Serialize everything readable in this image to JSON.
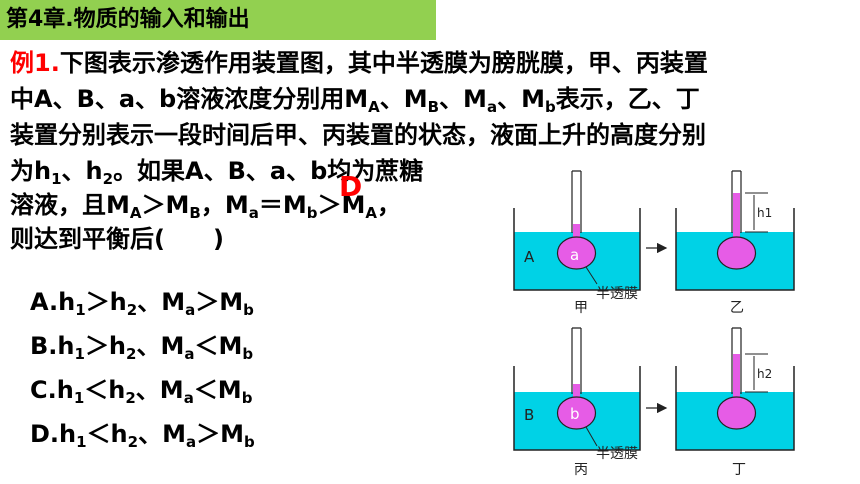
{
  "header": {
    "title": "第4章.物质的输入和输出"
  },
  "question": {
    "label": "例1.",
    "line1": "下图表示渗透作用装置图，其中半透膜为膀胱膜，甲、丙装置",
    "line2": {
      "t1": "中A、B、a、b溶液浓度分别用M",
      "s1": "A",
      "t2": "、M",
      "s2": "B",
      "t3": "、M",
      "s3": "a",
      "t4": "、M",
      "s4": "b",
      "t5": "表示，乙、丁"
    },
    "line3": "装置分别表示一段时间后甲、丙装置的状态，液面上升的高度分别",
    "line4": {
      "t1": "为h",
      "s1": "1",
      "t2": "、h",
      "s2": "2",
      "t3": "。如果A、B、a、b均为蔗糖"
    },
    "line5": {
      "t1": "溶液，且M",
      "s1": "A",
      "t2": "＞M",
      "s2": "B",
      "t3": "，M",
      "s3": "a",
      "t4": "＝M",
      "s4": "b",
      "t5": "＞M",
      "s5": "A",
      "t6": "，"
    },
    "line6": "则达到平衡后(　　)"
  },
  "answer": "D",
  "options": [
    {
      "t1": "A.h",
      "s1": "1",
      "t2": "＞h",
      "s2": "2",
      "t3": "、M",
      "s3": "a",
      "t4": "＞M",
      "s4": "b"
    },
    {
      "t1": "B.h",
      "s1": "1",
      "t2": "＞h",
      "s2": "2",
      "t3": "、M",
      "s3": "a",
      "t4": "＜M",
      "s4": "b"
    },
    {
      "t1": "C.h",
      "s1": "1",
      "t2": "＜h",
      "s2": "2",
      "t3": "、M",
      "s3": "a",
      "t4": "＜M",
      "s4": "b"
    },
    {
      "t1": "D.h",
      "s1": "1",
      "t2": "＜h",
      "s2": "2",
      "t3": "、M",
      "s3": "a",
      "t4": "＞M",
      "s4": "b"
    }
  ],
  "diagram": {
    "outer_solution_top": "A",
    "inner_solution_top": "a",
    "membrane_label": "半透膜",
    "caption_jia": "甲",
    "caption_yi": "乙",
    "height_label_top": "h1",
    "outer_solution_bottom": "B",
    "inner_solution_bottom": "b",
    "caption_bing": "丙",
    "caption_ding": "丁",
    "height_label_bottom": "h2",
    "colors": {
      "outer_liquid": "#00d2e6",
      "inner_liquid": "#e65ce6",
      "banner": "#92d050",
      "accent": "#ff0000"
    }
  }
}
